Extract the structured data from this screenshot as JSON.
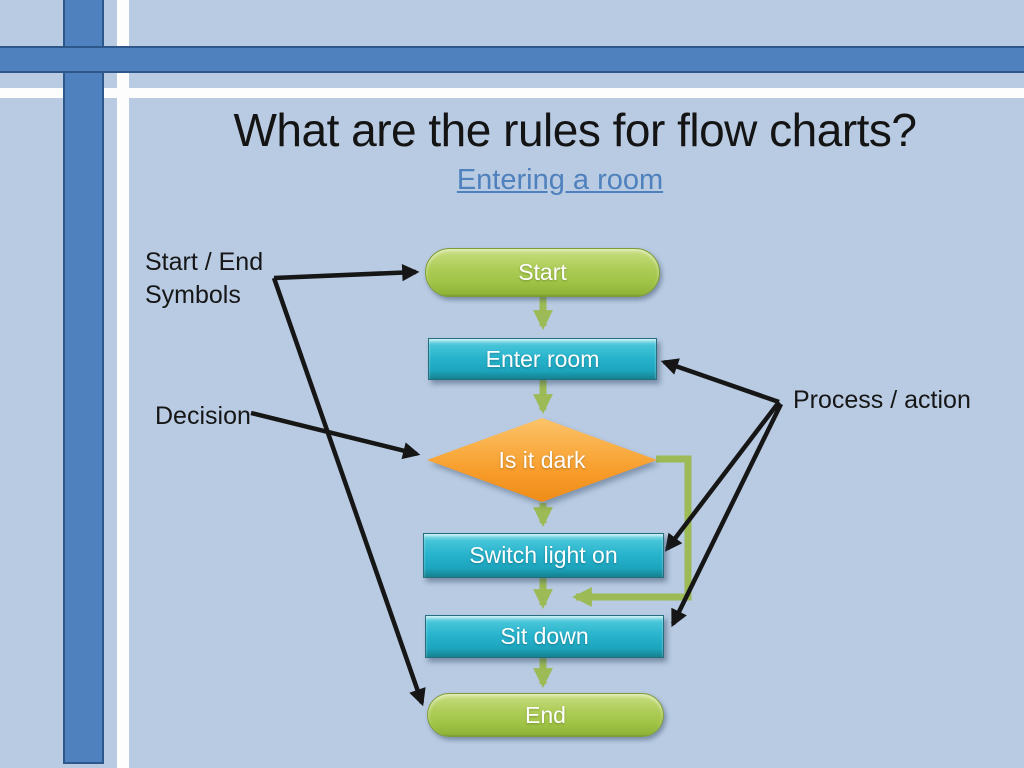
{
  "slide": {
    "title": "What are the rules for flow charts?",
    "subtitle": "Entering a room"
  },
  "annotations": {
    "start_end": {
      "text": "Start / End Symbols",
      "targets": [
        "start",
        "end"
      ]
    },
    "decision": {
      "text": "Decision",
      "targets": [
        "is-it-dark"
      ]
    },
    "process": {
      "text": "Process / action",
      "targets": [
        "enter-room",
        "switch-light-on",
        "sit-down"
      ]
    }
  },
  "flowchart": {
    "nodes": [
      {
        "id": "start",
        "type": "terminator",
        "label": "Start"
      },
      {
        "id": "enter-room",
        "type": "process",
        "label": "Enter room"
      },
      {
        "id": "is-it-dark",
        "type": "decision",
        "label": "Is it dark"
      },
      {
        "id": "switch-light-on",
        "type": "process",
        "label": "Switch light on"
      },
      {
        "id": "sit-down",
        "type": "process",
        "label": "Sit down"
      },
      {
        "id": "end",
        "type": "terminator",
        "label": "End"
      }
    ],
    "edges": [
      {
        "from": "start",
        "to": "enter-room",
        "style": "green-arrow-down"
      },
      {
        "from": "enter-room",
        "to": "is-it-dark",
        "style": "green-arrow-down"
      },
      {
        "from": "is-it-dark",
        "to": "switch-light-on",
        "style": "green-arrow-down"
      },
      {
        "from": "switch-light-on",
        "to": "sit-down",
        "style": "green-arrow-down"
      },
      {
        "from": "sit-down",
        "to": "end",
        "style": "green-arrow-down"
      },
      {
        "from": "is-it-dark",
        "to": "sit-down",
        "style": "green-elbow-right-around"
      }
    ]
  },
  "colors": {
    "background": "#b8cbe2",
    "band_blue": "#4e81bd",
    "band_border": "#2d568b",
    "stripe_white": "#fdfdfd",
    "terminator_green": "#a6c84f",
    "process_cyan": "#25b2cb",
    "decision_orange": "#f8a335",
    "flow_arrow_green": "#9cba55",
    "annotation_black": "#161616",
    "subtitle_blue": "#4f81bd",
    "title_text": "#141414",
    "node_text": "#ffffff"
  }
}
